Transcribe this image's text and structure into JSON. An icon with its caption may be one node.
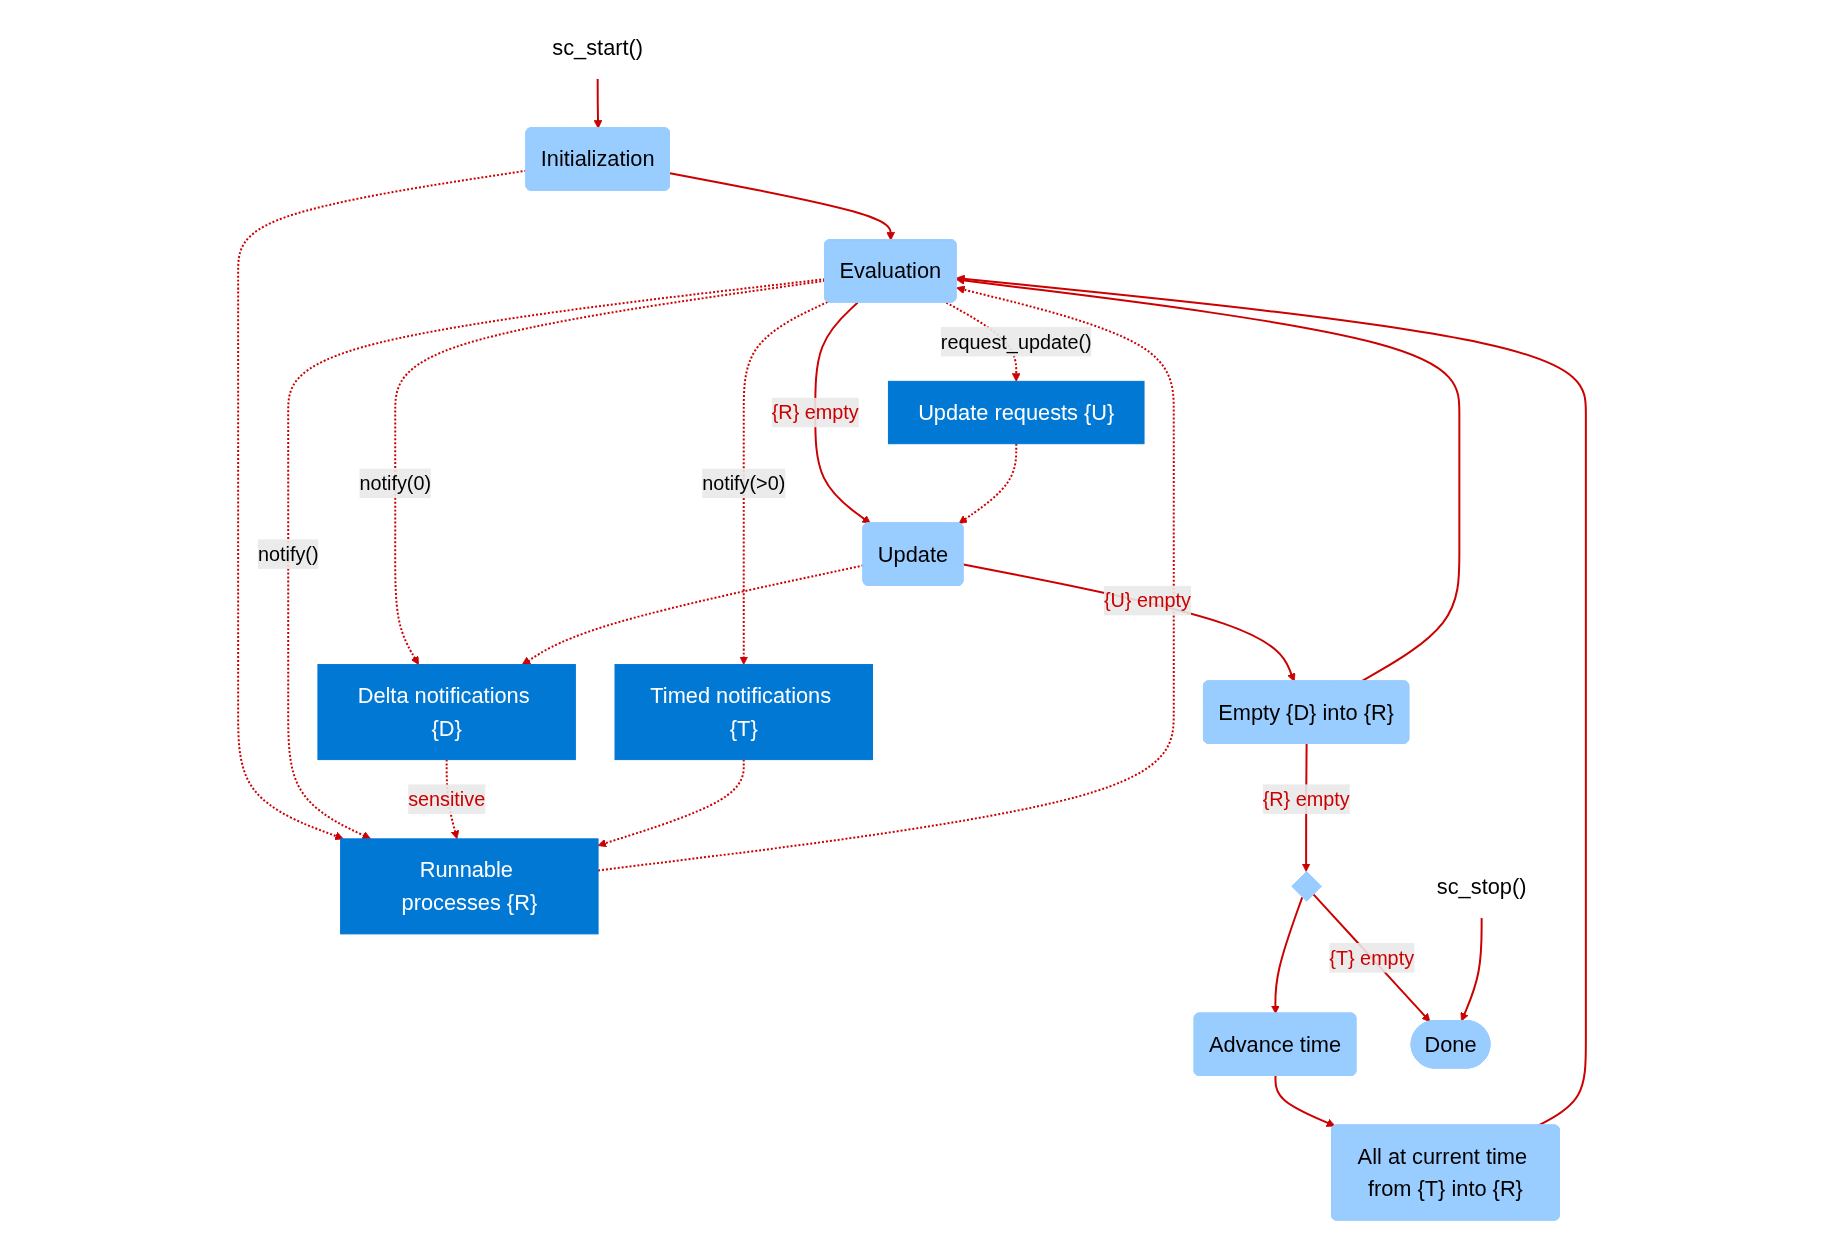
{
  "diagram": {
    "nodes": [
      {
        "text": [
          "sc_start()"
        ]
      },
      {
        "text": [
          "Initialization"
        ]
      },
      {
        "text": [
          "Runnable processes {R}"
        ]
      },
      {
        "text": [
          "Evaluation"
        ]
      },
      {
        "text": [
          "Update requests {U}"
        ]
      },
      {
        "text": [
          "Update"
        ]
      },
      {
        "text": [
          "Delta notifications {D}"
        ]
      },
      {
        "text": [
          "Empty {D} into {R}"
        ]
      },
      {
        "text": [],
        "shape": "diamond"
      },
      {
        "text": [
          "Advance time"
        ]
      },
      {
        "text": [
          "Timed notifications {T}"
        ]
      },
      {
        "text": [
          "All at current time from {T} into {R}"
        ]
      },
      {
        "text": [
          "sc_stop()"
        ]
      },
      {
        "text": [
          "Done"
        ]
      }
    ],
    "edges": [
      {
        "from": 0,
        "to": 1,
        "arrow": "to"
      },
      {
        "from": 1,
        "to": 3,
        "arrow": "to"
      },
      {
        "from": 1,
        "to": 2,
        "arrow": "to",
        "style": "dashed"
      },
      {
        "from": 2,
        "to": 3,
        "arrow": "to",
        "style": "dashed"
      },
      {
        "from": 3,
        "to": 2,
        "arrow": "to",
        "style": "dashed",
        "label": "notify()"
      },
      {
        "from": 3,
        "to": 4,
        "arrow": "to",
        "style": "dashed",
        "label": "request_update()"
      },
      {
        "from": 3,
        "to": 5,
        "arrow": "to",
        "label": "{R} empty"
      },
      {
        "from": 4,
        "to": 5,
        "arrow": "to",
        "style": "dashed"
      },
      {
        "from": 3,
        "to": 6,
        "arrow": "to",
        "style": "dashed",
        "label": "notify(0)"
      },
      {
        "from": 5,
        "to": 6,
        "arrow": "to",
        "style": "dashed"
      },
      {
        "from": 3,
        "to": 10,
        "arrow": "to",
        "style": "dashed",
        "label": "notify(>0)"
      },
      {
        "from": 5,
        "to": 7,
        "arrow": "to",
        "label": "{U} empty"
      },
      {
        "from": 7,
        "to": 3,
        "arrow": "to"
      },
      {
        "from": 7,
        "to": 8,
        "arrow": "to",
        "label": "{R} empty"
      },
      {
        "from": 8,
        "to": 13,
        "arrow": "to",
        "label": "{T} empty"
      },
      {
        "from": 8,
        "to": 9,
        "arrow": "to"
      },
      {
        "from": 9,
        "to": 11,
        "arrow": "to"
      },
      {
        "from": 11,
        "to": 3,
        "arrow": "to"
      },
      {
        "from": 6,
        "to": 2,
        "arrow": "to",
        "style": "dashed",
        "label": "sensitive"
      },
      {
        "from": 10,
        "to": 2,
        "arrow": "to",
        "style": "dashed"
      },
      {
        "from": 12,
        "to": 13,
        "arrow": "to"
      }
    ]
  }
}
